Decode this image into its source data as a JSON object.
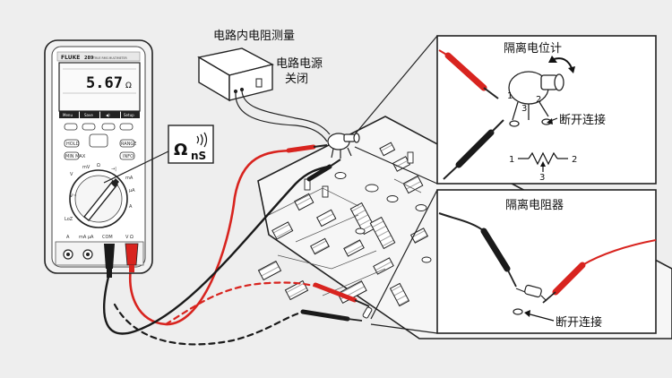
{
  "labels": {
    "in_circuit_title": "电路内电阻测量",
    "power_off_line1": "电路电源",
    "power_off_line2": "关闭",
    "potentiometer_title": "隔离电位计",
    "disconnect_top": "断开连接",
    "resistor_title": "隔离电阻器",
    "disconnect_bottom": "断开连接"
  },
  "meter": {
    "brand": "FLUKE",
    "model": "289",
    "model_caption": "TRUE RMS MULTIMETER",
    "reading": "5.67",
    "unit": "Ω",
    "softkeys": [
      "Menu",
      "Save",
      "◀)",
      "Setup"
    ],
    "buttons": {
      "hold": "HOLD",
      "range": "RANGE",
      "min_max": "MIN MAX",
      "info": "INFO"
    },
    "jacks": {
      "amps": "A",
      "milliamps": "mA μA",
      "com": "COM",
      "volts": "V Ω"
    }
  },
  "callout": {
    "symbol": "Ω",
    "sub": "nS"
  },
  "potentiometer": {
    "pin1": "1",
    "pin2": "2",
    "pin3": "3"
  },
  "schematic": {
    "left": "1",
    "right": "2",
    "bottom": "3"
  },
  "colors": {
    "probe_red": "#d8241f",
    "probe_black": "#1a1a1a",
    "outline": "#222222",
    "board_bg": "#f4f4f4",
    "page_bg": "#eeeeee"
  }
}
